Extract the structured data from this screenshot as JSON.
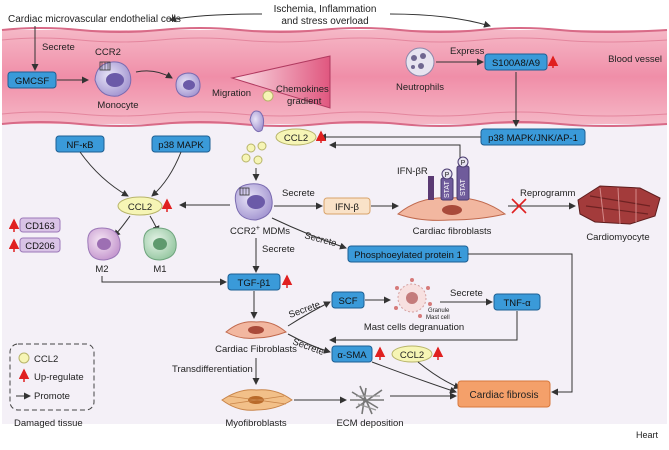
{
  "top": {
    "stimulus": [
      "Ischemia, Inflammation",
      "and stress overload"
    ],
    "endothelial": "Cardiac microvascular endothelial cells",
    "vessel": "Blood vessel"
  },
  "vessel": {
    "secrete": "Secrete",
    "gmcsf": "GMCSF",
    "ccr2": "CCR2",
    "monocyte": "Monocyte",
    "migration": "Migration",
    "chemokines": [
      "Chemokines",
      "gradient"
    ],
    "neutrophils": "Neutrophils",
    "express": "Express",
    "s100": "S100A8/A9"
  },
  "middle": {
    "p38jnk": "p38 MAPK/JNK/AP-1",
    "nfkb": "NF-κB",
    "p38": "p38 MAPK",
    "ccl2_top": "CCL2",
    "ccl2_mid": "CCL2",
    "ifnbr": "IFN-βR",
    "stat": "STAT",
    "p": "P",
    "secrete1": "Secrete",
    "ifnb": "IFN-β",
    "cardiac_fibroblasts": "Cardiac fibroblasts",
    "reprogramm": "Reprogramm",
    "cardiomyocyte": "Cardiomyocyte",
    "mdms_prefix": "CCR2",
    "mdms_sup": "+",
    "mdms_suffix": " MDMs",
    "secrete2": "Secrete",
    "secrete3": "Secrete",
    "phospho": "Phosphoeylated protein 1",
    "cd163": "CD163",
    "cd206": "CD206",
    "m2": "M2",
    "m1": "M1"
  },
  "lower": {
    "tgfb1": "TGF-β1",
    "secrete_scf": "Secrete",
    "scf": "SCF",
    "granule": "Granule",
    "mastcell": "Mast cell",
    "mast_degran": "Mast cells degranuation",
    "secrete_tnf": "Secrete",
    "tnfa": "TNF-α",
    "secrete_asma": "Secrete",
    "asma": "α-SMA",
    "ccl2_low": "CCL2",
    "cardiac_fibroblasts2": "Cardiac Fibroblasts",
    "transdiff": "Transdifferentiation",
    "myofibroblasts": "Myofibroblasts",
    "ecm": "ECM deposition",
    "fibrosis": "Cardiac fibrosis",
    "heart": "Heart"
  },
  "legend": {
    "ccl2": "CCL2",
    "upregulate": "Up-regulate",
    "promote": "Promote",
    "damaged": "Damaged tissue"
  },
  "colors": {
    "box_fill": "#3a9ad9",
    "vessel": "#f2a5b8",
    "up_arrow": "#e02020",
    "ccl2_fill": "#f6f5b5",
    "fibrosis": "#f4a06a",
    "background": "#f4f0f7"
  }
}
